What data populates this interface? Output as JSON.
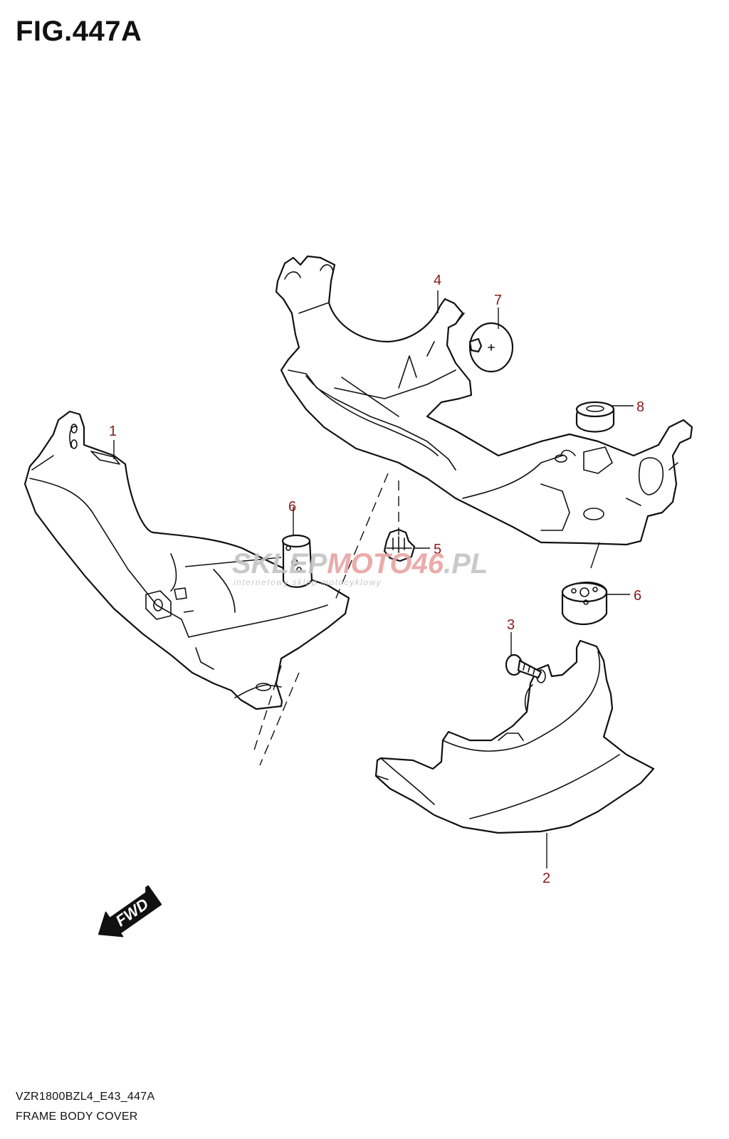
{
  "figure": {
    "title": "FIG.447A",
    "model_code": "VZR1800BZL4_E43_447A",
    "name": "FRAME BODY COVER"
  },
  "callouts": [
    {
      "id": "1",
      "label": "1"
    },
    {
      "id": "2",
      "label": "2"
    },
    {
      "id": "3",
      "label": "3"
    },
    {
      "id": "4",
      "label": "4"
    },
    {
      "id": "5",
      "label": "5"
    },
    {
      "id": "6a",
      "label": "6"
    },
    {
      "id": "6b",
      "label": "6"
    },
    {
      "id": "7",
      "label": "7"
    },
    {
      "id": "8",
      "label": "8"
    }
  ],
  "direction_marker": {
    "label": "FWD",
    "icon": "forward-arrow-icon"
  },
  "watermark": {
    "brand_part1": "SKLEP",
    "brand_part2": "MOTO",
    "brand_part3": "46",
    "brand_part4": ".PL",
    "tagline": "internetowy sklep motocyklowy"
  },
  "colors": {
    "callout": "#8b1a1a",
    "line": "#111111",
    "watermark_grey": "#c4c4c4",
    "watermark_red": "#e8a3a3"
  }
}
